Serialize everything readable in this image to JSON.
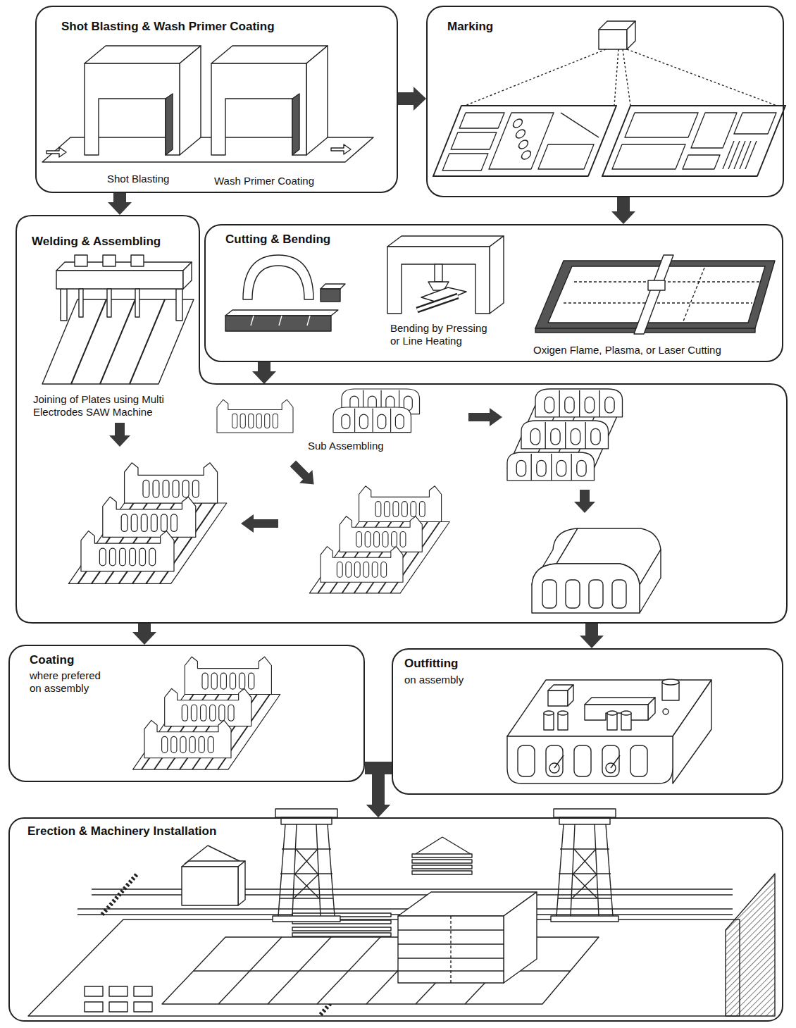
{
  "diagram": {
    "nodes": [
      {
        "text": [
          "Shot Blasting & Wash Primer Coating",
          "Shot Blasting",
          "Wash Primer Coating"
        ]
      },
      {
        "text": [
          "Marking"
        ]
      },
      {
        "text": [
          "Welding & Assembling",
          "Joining of Plates using Multi Electrodes SAW Machine",
          "Sub Assembling"
        ]
      },
      {
        "text": [
          "Cutting & Bending",
          "Bending by Pressing or Line Heating",
          "Oxigen Flame, Plasma, or Laser Cutting"
        ]
      },
      {
        "text": [
          "Coating",
          "where prefered on assembly"
        ]
      },
      {
        "text": [
          "Outfitting",
          "on assembly"
        ]
      },
      {
        "text": [
          "Erection & Machinery Installation"
        ]
      }
    ],
    "edges": [
      {
        "from": 0,
        "to": 1,
        "arrow": "to"
      },
      {
        "from": 0,
        "to": 2,
        "arrow": "to"
      },
      {
        "from": 1,
        "to": 3,
        "arrow": "to"
      },
      {
        "from": 3,
        "to": 2,
        "arrow": "to"
      },
      {
        "from": 2,
        "to": 4,
        "arrow": "to"
      },
      {
        "from": 2,
        "to": 5,
        "arrow": "to"
      },
      {
        "from": 4,
        "to": 6,
        "arrow": "to"
      },
      {
        "from": 5,
        "to": 6,
        "arrow": "to"
      }
    ]
  }
}
